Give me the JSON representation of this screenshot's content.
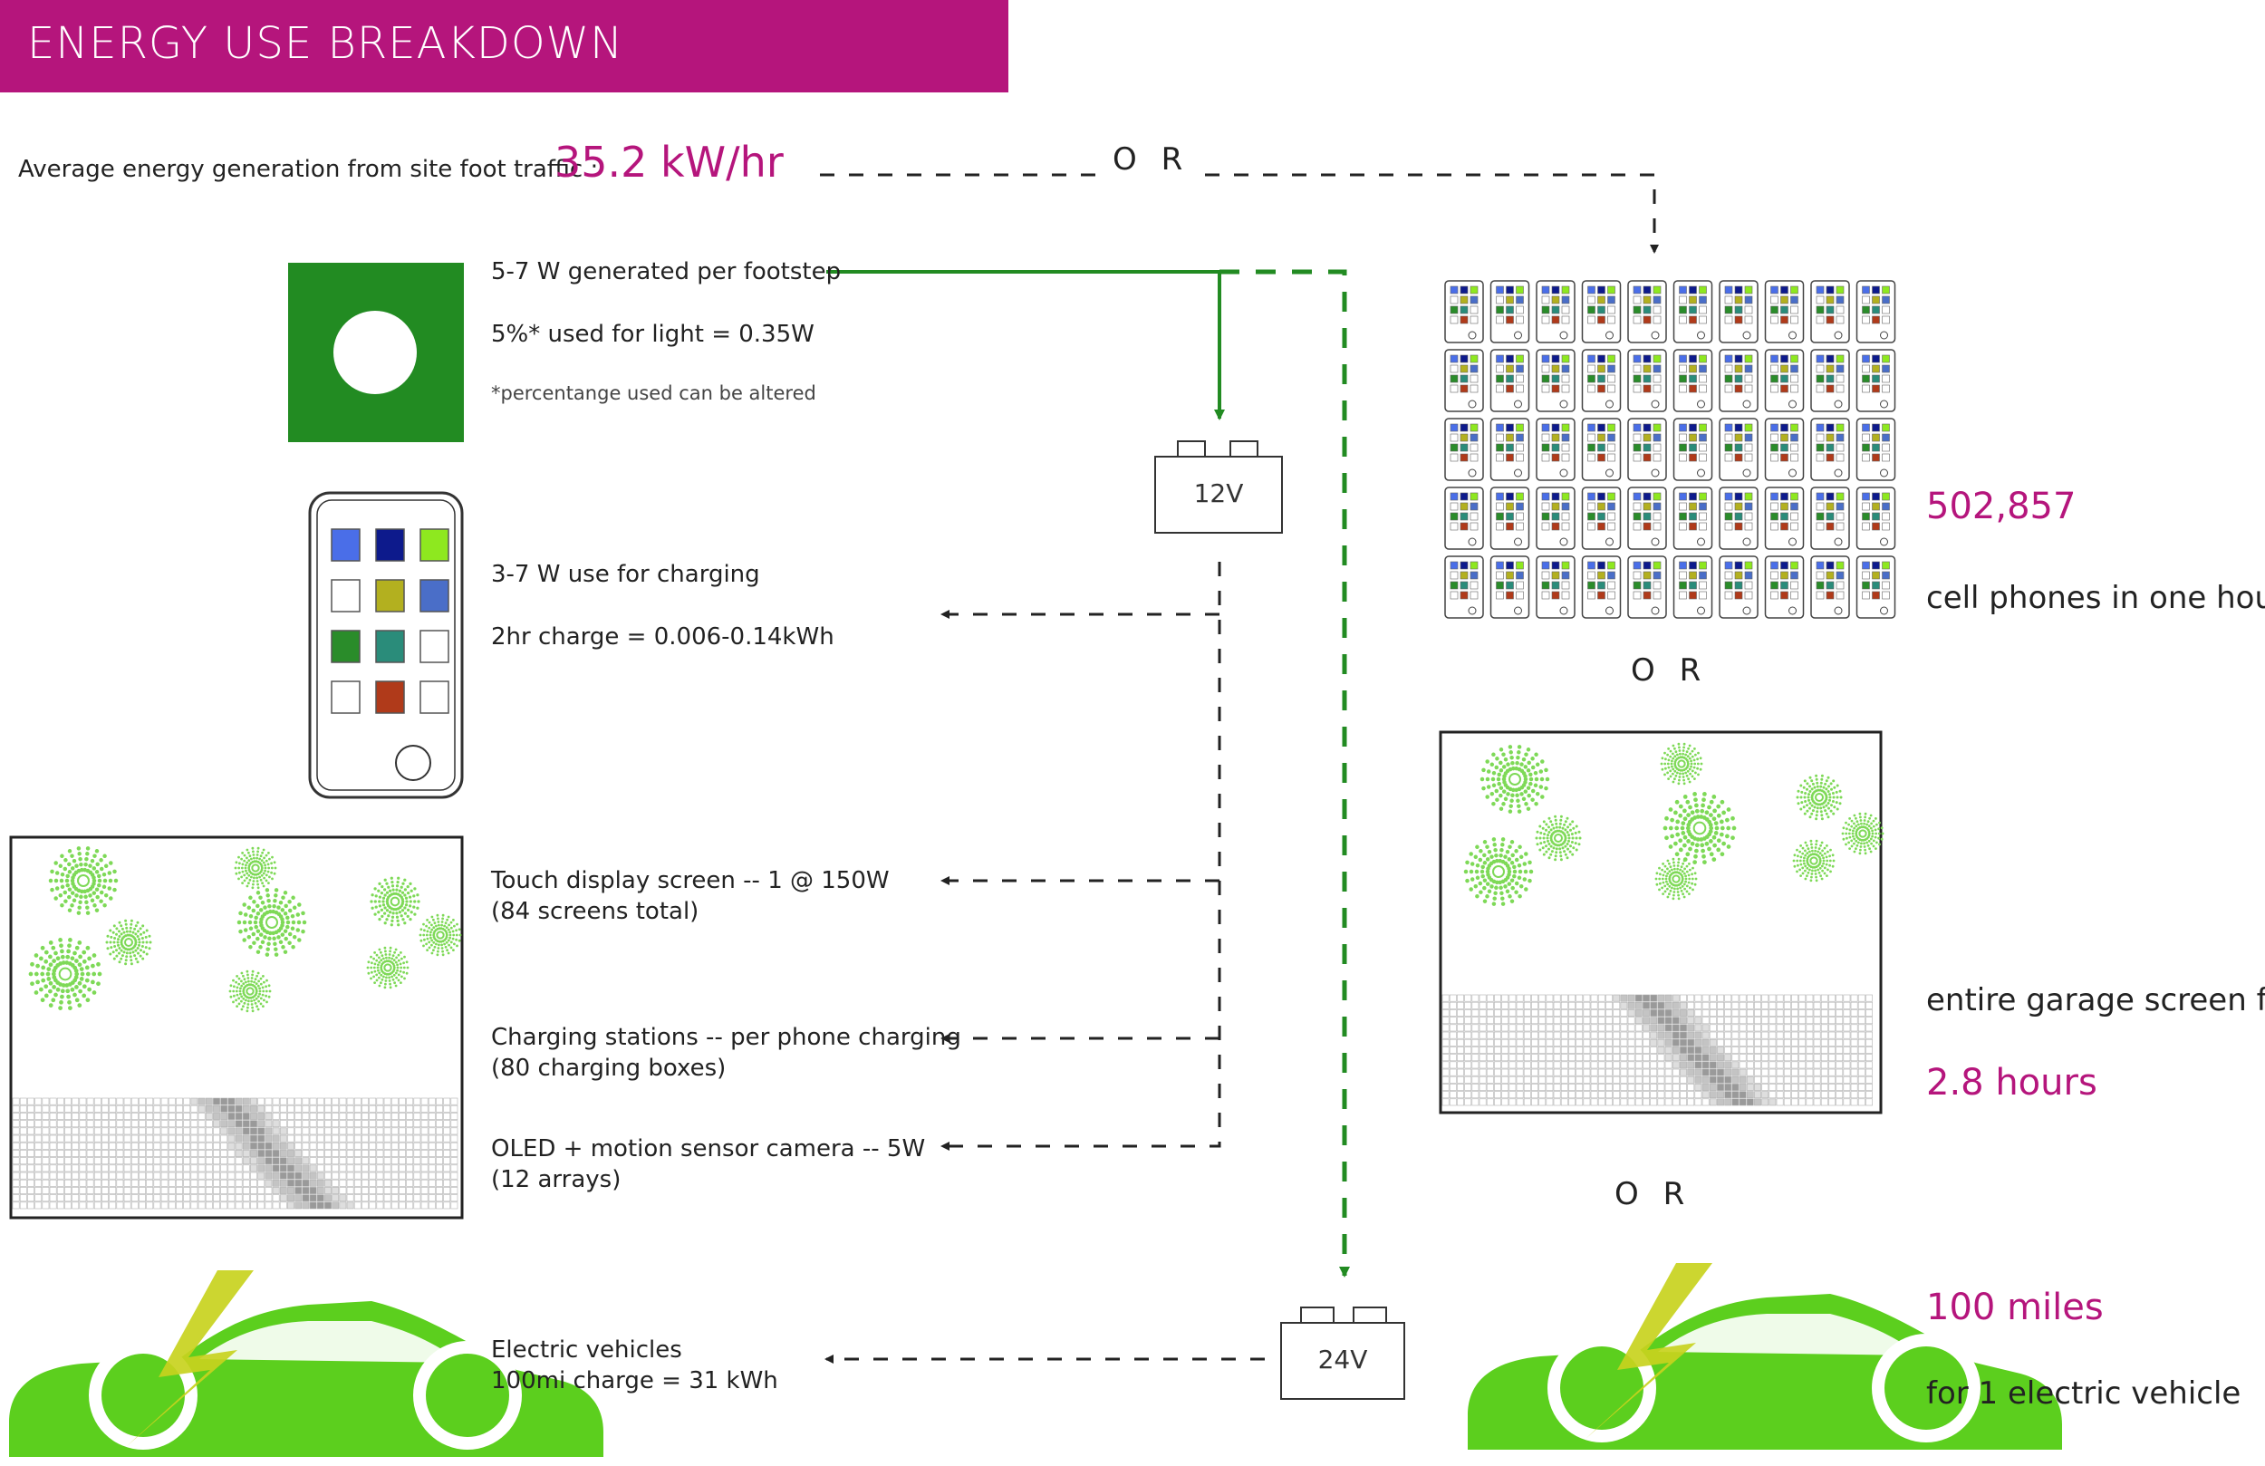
{
  "header": {
    "title": "ENERGY USE BREAKDOWN"
  },
  "average": {
    "label": "Average energy generation from site foot traffic :",
    "value": "35.2 kW/hr"
  },
  "or_label": "O R",
  "footstep": {
    "generated": "5-7 W generated per footstep",
    "light": "5%* used for light = 0.35W",
    "note": "*percentange used can be altered"
  },
  "batteries": {
    "low": "12V",
    "high": "24V"
  },
  "phone_charging": {
    "line1": "3-7 W use for charging",
    "line2": "2hr charge = 0.006-0.14kWh"
  },
  "uses": [
    {
      "line1": "Touch display screen -- 1 @ 150W",
      "line2": "(84 screens total)"
    },
    {
      "line1": "Charging stations -- per phone charging",
      "line2": "(80 charging boxes)"
    },
    {
      "line1": "OLED + motion sensor camera -- 5W",
      "line2": "(12 arrays)"
    }
  ],
  "ev": {
    "line1": "Electric vehicles",
    "line2": "100mi charge = 31 kWh"
  },
  "results": {
    "phones_count": "502,857",
    "phones_text": "cell phones in one hour",
    "garage_text": "entire garage screen for",
    "garage_hours": "2.8 hours",
    "ev_miles": "100 miles",
    "ev_text": "for 1 electric vehicle"
  },
  "colors": {
    "accent": "#b5157c",
    "dark_green": "#228b22",
    "bright_green": "#5ccf1e",
    "bolt": "#c8d21e",
    "firework": "#7ed957"
  },
  "phone_tile_colors": [
    "#4a6ee8",
    "#0d1a8c",
    "#8ee81f",
    "#ffffff",
    "#b3b01f",
    "#4a6ec8",
    "#2a8c2a",
    "#2a8c7a",
    "#ffffff",
    "#ffffff",
    "#b03a1a",
    "#ffffff"
  ],
  "icons": [
    "footstep-tile-icon",
    "phone-icon",
    "battery-icon",
    "car-icon",
    "lightning-bolt-icon",
    "firework-icon",
    "arrow-icon"
  ]
}
